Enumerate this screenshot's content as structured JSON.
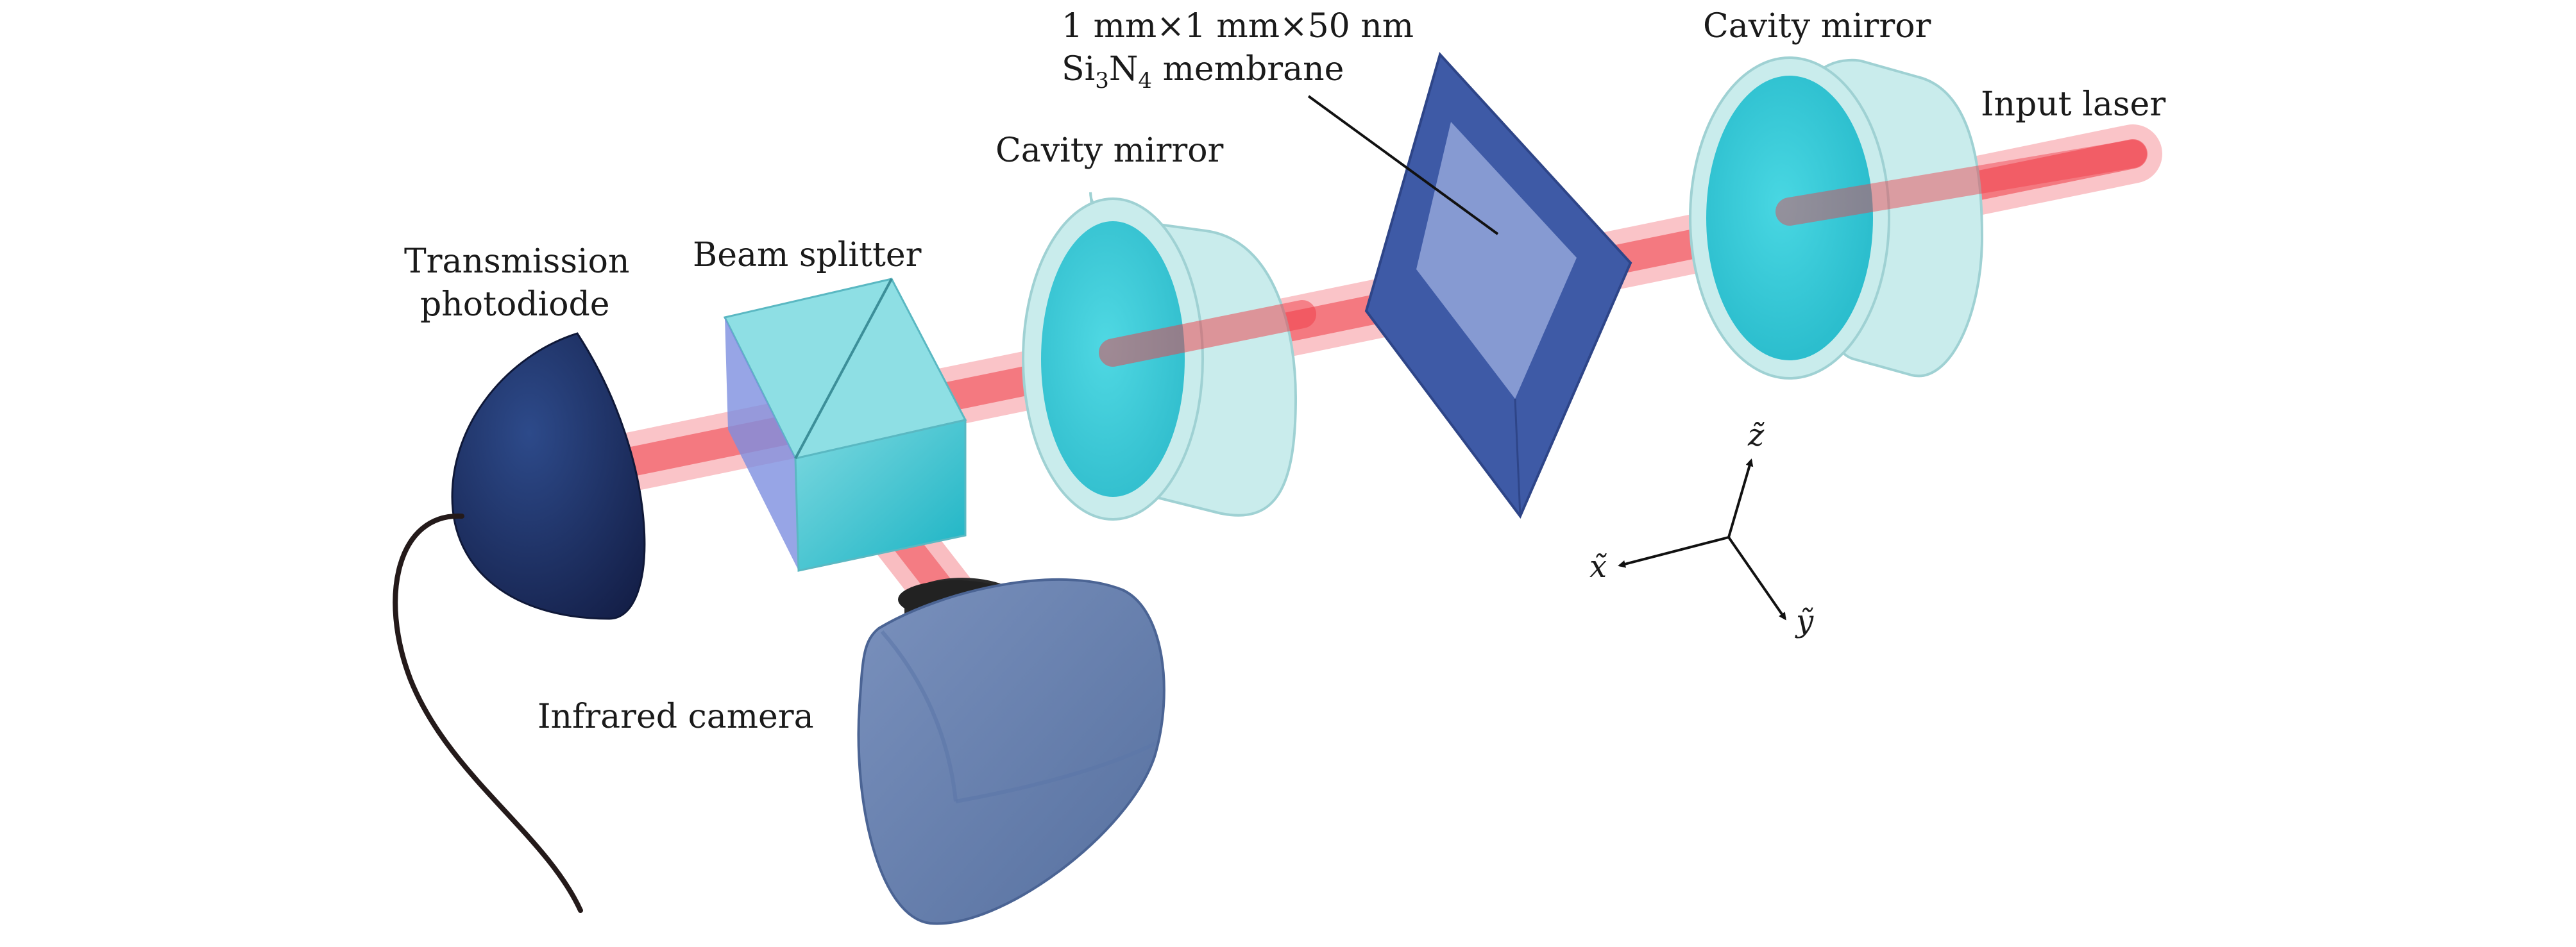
{
  "labels": {
    "membrane_line1": "1 mm×1 mm×50 nm",
    "membrane_si": "Si",
    "membrane_sub3": "3",
    "membrane_n": "N",
    "membrane_sub4": "4",
    "membrane_suffix": " membrane",
    "cavity_mirror_right": "Cavity mirror",
    "input_laser": "Input laser",
    "cavity_mirror_left": "Cavity mirror",
    "beam_splitter": "Beam splitter",
    "transmission_line1": "Transmission",
    "transmission_line2": "photodiode",
    "infrared_camera": "Infrared camera"
  },
  "axes": {
    "x": "x̃",
    "y": "ỹ",
    "z": "z̃"
  },
  "colors": {
    "laser": "#f0424b",
    "mirror_rim": "#c9ecec",
    "mirror_glass": "#2ec8d6",
    "membrane_frame": "#3e5aa6",
    "membrane_window": "#8c9fd6",
    "cube": "#3dc6d2",
    "photodiode": "#1f3064",
    "camera": "#6f86b3",
    "cable": "#241a1a"
  }
}
